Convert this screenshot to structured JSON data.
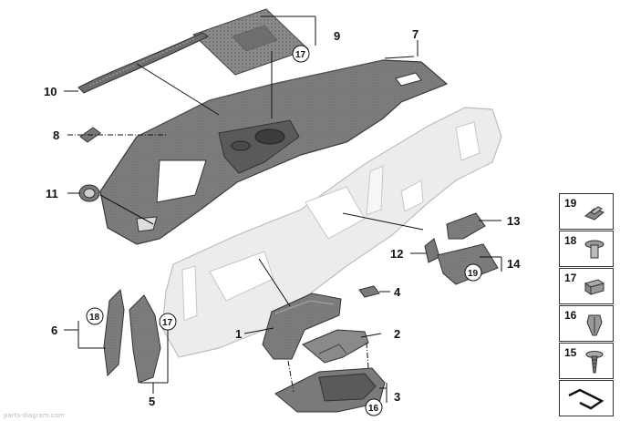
{
  "callouts": {
    "c1": "1",
    "c2": "2",
    "c3": "3",
    "c4": "4",
    "c5": "5",
    "c6": "6",
    "c7": "7",
    "c8": "8",
    "c9": "9",
    "c10": "10",
    "c11": "11",
    "c12": "12",
    "c13": "13",
    "c14": "14"
  },
  "circled": {
    "r17a": "17",
    "r18a": "18",
    "r17b": "17",
    "r19a": "19",
    "r16a": "16"
  },
  "legend": [
    {
      "num": "19",
      "icon": "clip-icon"
    },
    {
      "num": "18",
      "icon": "expanding-rivet-icon"
    },
    {
      "num": "17",
      "icon": "spring-nut-icon"
    },
    {
      "num": "16",
      "icon": "push-clip-icon"
    },
    {
      "num": "15",
      "icon": "screw-icon"
    },
    {
      "num": "",
      "icon": "small-parts-icon"
    }
  ],
  "watermark": "parts-diagram.com"
}
